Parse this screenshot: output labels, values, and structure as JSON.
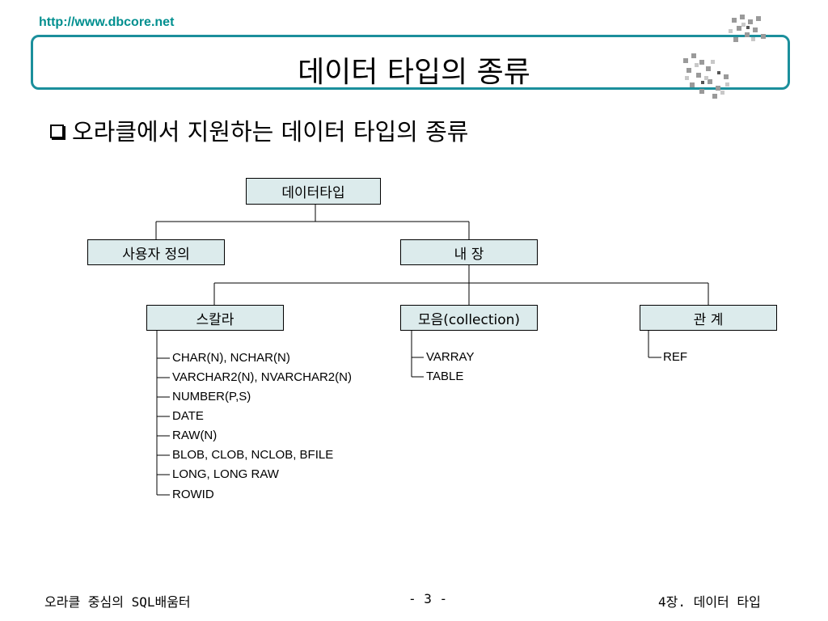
{
  "header": {
    "url": "http://www.dbcore.net",
    "title": "데이터 타입의 종류"
  },
  "subtitle": "오라클에서 지원하는 데이터 타입의 종류",
  "diagram": {
    "root": "데이터타입",
    "user_defined": "사용자 정의",
    "builtin": "내 장",
    "scalar": "스칼라",
    "collection": "모음(collection)",
    "relation": "관 계",
    "scalar_items": [
      "CHAR(N), NCHAR(N)",
      "VARCHAR2(N), NVARCHAR2(N)",
      "NUMBER(P,S)",
      "DATE",
      "RAW(N)",
      "BLOB, CLOB, NCLOB, BFILE",
      "LONG, LONG RAW",
      "ROWID"
    ],
    "collection_items": [
      "VARRAY",
      "TABLE"
    ],
    "relation_items": [
      "REF"
    ]
  },
  "footer": {
    "left": "오라클 중심의 SQL배움터",
    "center": "- 3 -",
    "right": "4장. 데이터 타입"
  },
  "colors": {
    "accent": "#1b8f9c",
    "url": "#008f8f",
    "node_fill": "#dcebec"
  }
}
